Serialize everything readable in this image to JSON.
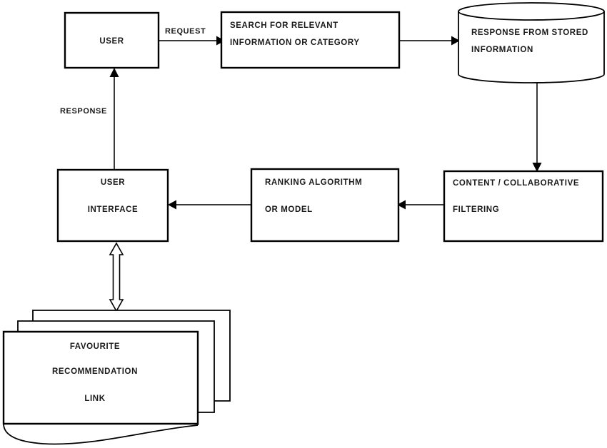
{
  "diagram": {
    "title": "Recommendation System Flow Diagram",
    "type": "flowchart",
    "nodes": {
      "user": {
        "label": "USER",
        "lines": [
          "USER"
        ],
        "shape": "rectangle"
      },
      "search": {
        "label": "SEARCH FOR RELEVANT INFORMATION OR CATEGORY",
        "lines": [
          "SEARCH FOR RELEVANT",
          "INFORMATION OR CATEGORY"
        ],
        "shape": "rectangle"
      },
      "stored_response": {
        "label": "RESPONSE FROM STORED INFORMATION",
        "lines": [
          "RESPONSE  FROM  STORED",
          "INFORMATION"
        ],
        "shape": "cylinder-database"
      },
      "filtering": {
        "label": "CONTENT / COLLABORATIVE FILTERING",
        "lines": [
          "CONTENT / COLLABORATIVE",
          "FILTERING"
        ],
        "shape": "rectangle"
      },
      "ranking": {
        "label": "RANKING ALGORITHM OR MODEL",
        "lines": [
          "RANKING ALGORITHM",
          "OR  MODEL"
        ],
        "shape": "rectangle"
      },
      "user_interface": {
        "label": "USER INTERFACE",
        "lines": [
          "USER",
          "INTERFACE"
        ],
        "shape": "rectangle"
      },
      "recommendation_docs": {
        "label": "FAVOURITE RECOMMENDATION LINK",
        "lines": [
          "FAVOURITE",
          "RECOMMENDATION",
          "LINK"
        ],
        "shape": "stacked-documents"
      }
    },
    "edges": [
      {
        "id": "user-to-search",
        "label": "REQUEST",
        "from": "user",
        "to": "search",
        "arrow": "single"
      },
      {
        "id": "search-to-stored",
        "label": "",
        "from": "search",
        "to": "stored_response",
        "arrow": "single"
      },
      {
        "id": "stored-to-filtering",
        "label": "",
        "from": "stored_response",
        "to": "filtering",
        "arrow": "single"
      },
      {
        "id": "filtering-to-ranking",
        "label": "",
        "from": "filtering",
        "to": "ranking",
        "arrow": "single"
      },
      {
        "id": "ranking-to-interface",
        "label": "",
        "from": "ranking",
        "to": "user_interface",
        "arrow": "single"
      },
      {
        "id": "interface-to-user",
        "label": "RESPONSE",
        "from": "user_interface",
        "to": "user",
        "arrow": "single"
      },
      {
        "id": "interface-to-docs",
        "label": "",
        "from": "user_interface",
        "to": "recommendation_docs",
        "arrow": "double-hollow"
      }
    ],
    "colors": {
      "background": "#ffffff",
      "stroke": "#000000",
      "connector": "#3a3a3a",
      "text": "#1a1a1a"
    }
  }
}
